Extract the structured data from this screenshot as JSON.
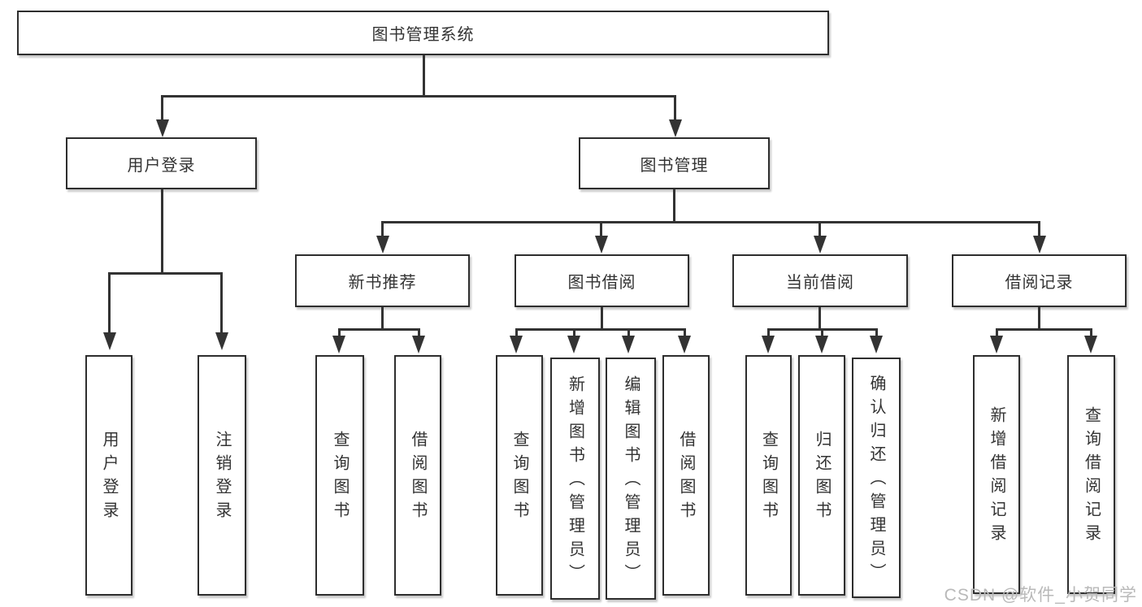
{
  "colors": {
    "line": "#333333",
    "box_border": "#2e2e2e",
    "text": "#333333",
    "watermark": "#b9b9b9",
    "background": "#ffffff"
  },
  "root": {
    "label": "图书管理系统"
  },
  "level2": [
    {
      "label": "用户登录"
    },
    {
      "label": "图书管理"
    }
  ],
  "level3": [
    {
      "label": "新书推荐"
    },
    {
      "label": "图书借阅"
    },
    {
      "label": "当前借阅"
    },
    {
      "label": "借阅记录"
    }
  ],
  "level4": {
    "user_login": [
      "用户登录",
      "注销登录"
    ],
    "new_book_recommend": [
      "查询图书",
      "借阅图书"
    ],
    "book_borrow": [
      "查询图书",
      "新增图书（管理员）",
      "编辑图书（管理员）",
      "借阅图书"
    ],
    "current_borrow": [
      "查询图书",
      "归还图书",
      "确认归还（管理员）"
    ],
    "borrow_records": [
      "新增借阅记录",
      "查询借阅记录"
    ]
  },
  "watermark": {
    "text": "CSDN @软件_小贺同学"
  }
}
